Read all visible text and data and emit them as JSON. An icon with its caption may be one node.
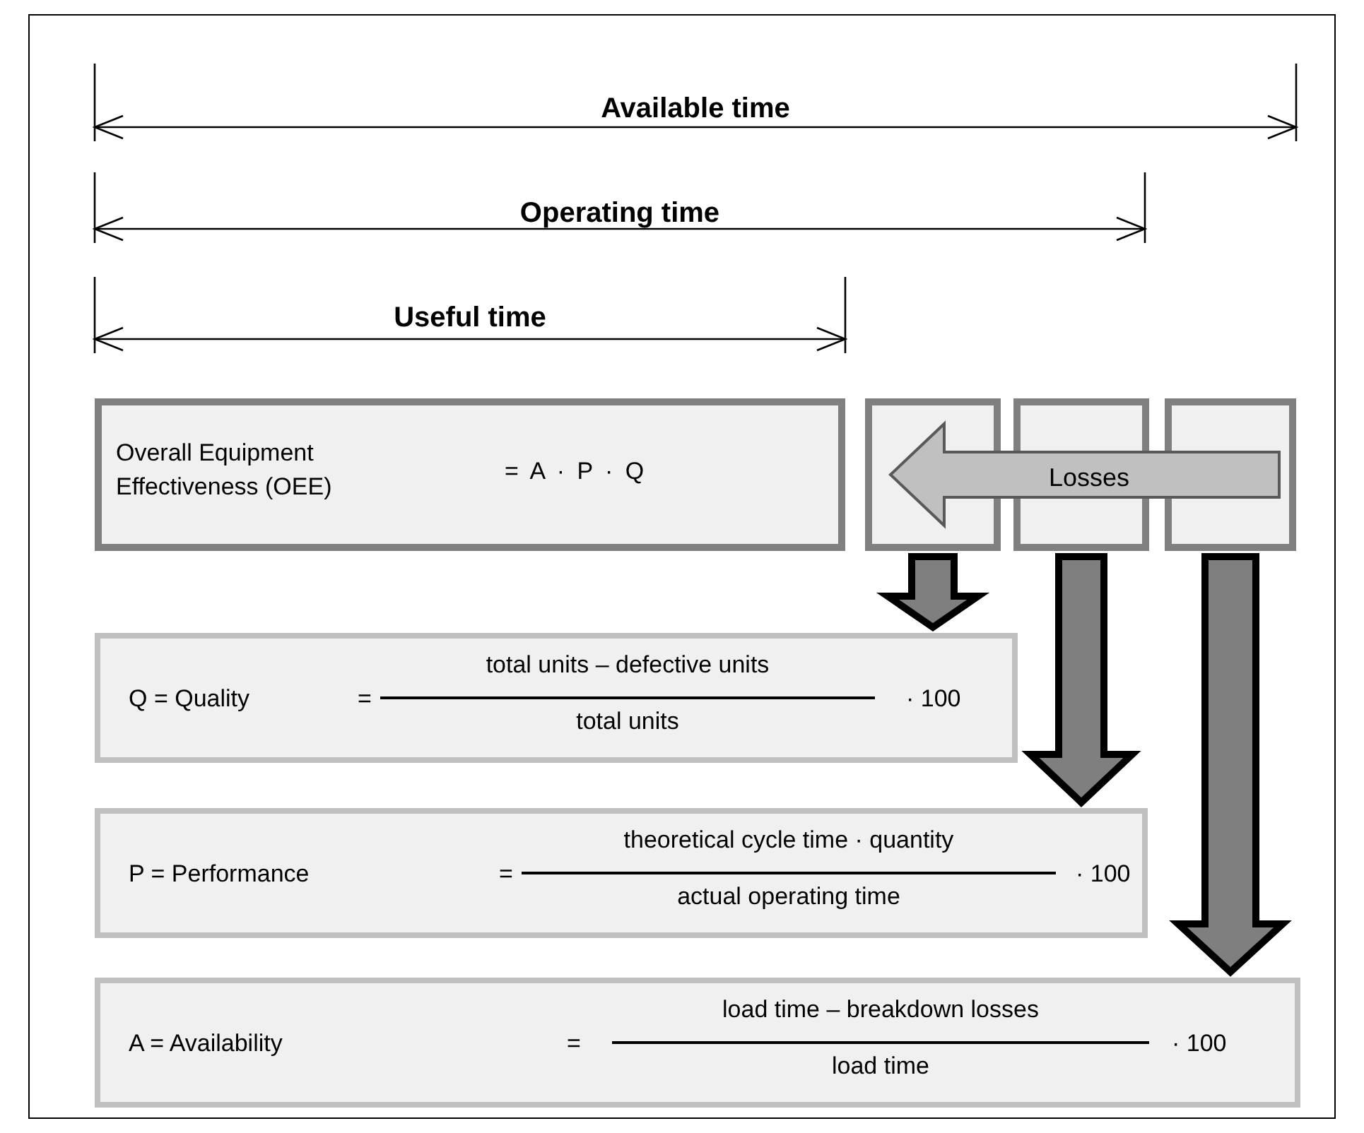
{
  "diagram": {
    "nodes": [
      {
        "text": [
          "Overall Equipment Effectiveness (OEE)",
          "= A · P · Q"
        ]
      },
      {
        "text": [],
        "shape": "box"
      },
      {
        "text": [],
        "shape": "box"
      },
      {
        "text": [],
        "shape": "box"
      },
      {
        "text": [
          "Q = Quality",
          "=",
          "total units – defective units",
          "total units",
          "· 100"
        ]
      },
      {
        "text": [
          "P = Performance",
          "=",
          "theoretical cycle time · quantity",
          "actual operating time",
          "· 100"
        ]
      },
      {
        "text": [
          "A = Availability",
          "=",
          "load time – breakdown losses",
          "load time",
          "· 100"
        ]
      }
    ],
    "edges": [
      {
        "from": 1,
        "to": 4,
        "arrow": "to",
        "style": "thick"
      },
      {
        "from": 2,
        "to": 5,
        "arrow": "to",
        "style": "thick"
      },
      {
        "from": 3,
        "to": 6,
        "arrow": "to",
        "style": "thick"
      },
      {
        "from": 3,
        "to": 1,
        "arrow": "to",
        "style": "thick",
        "label": "Losses",
        "color": "#c0c0c0"
      }
    ],
    "labels": [
      "Available time",
      "Operating time",
      "Useful time"
    ]
  }
}
